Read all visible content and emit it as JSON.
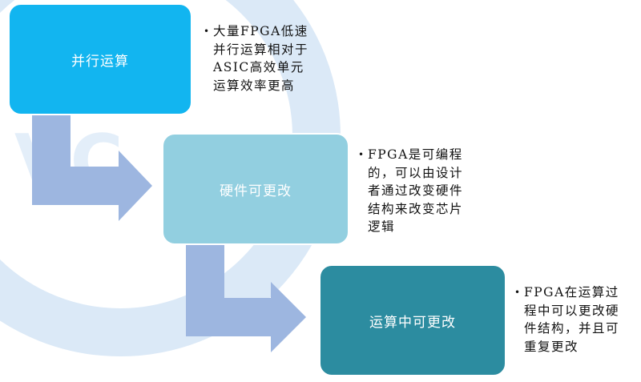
{
  "steps": [
    {
      "label": "并行运算",
      "lines": [
        "大量FPGA低速",
        "并行运算相对于",
        "ASIC高效单元",
        "运算效率更高"
      ]
    },
    {
      "label": "硬件可更改",
      "lines": [
        "FPGA是可编程",
        "的，可以由设计",
        "者通过改变硬件",
        "结构来改变芯片",
        "逻辑"
      ]
    },
    {
      "label": "运算中可更改",
      "lines": [
        "FPGA在运算过",
        "程中可以更改硬",
        "件结构，并且可",
        "重复更改"
      ]
    }
  ],
  "bullet_symbol": "•",
  "colors": {
    "box1": "#12b5f0",
    "box2": "#92cfe0",
    "box3": "#2c8ca0",
    "arrow": "#9db6e0",
    "watermark": "#d7e8f7"
  }
}
